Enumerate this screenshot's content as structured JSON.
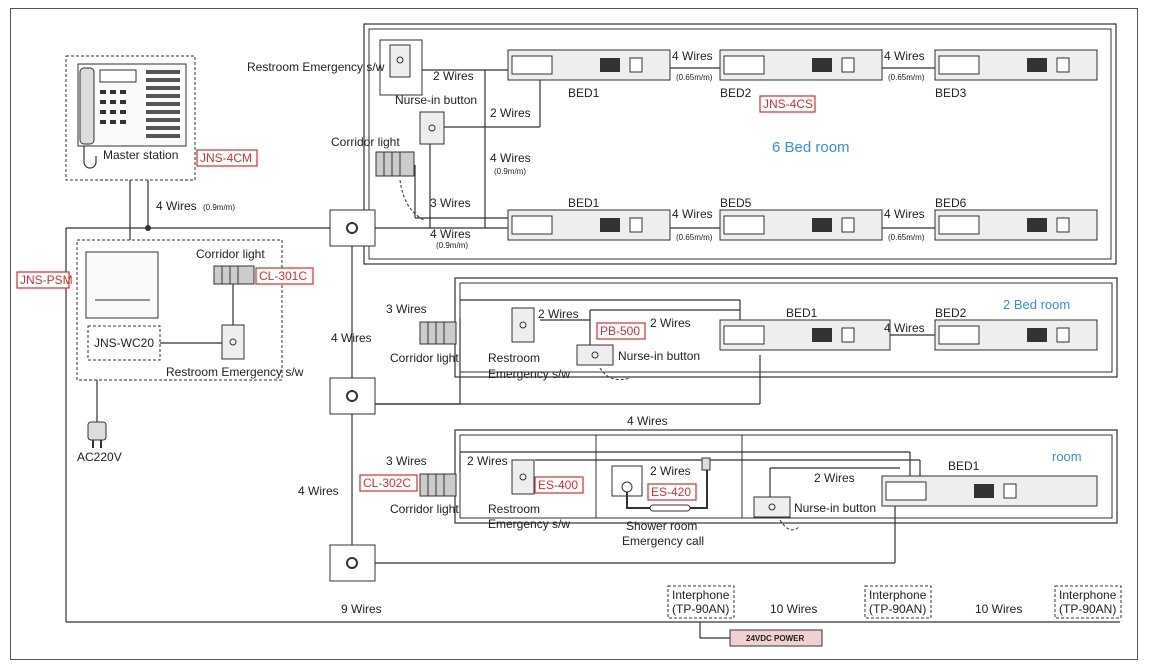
{
  "labels": {
    "restroom_emergency_sw_top": "Restroom Emergency s/w",
    "nurse_in_button_top": "Nurse-in button",
    "two_wires_a": "2 Wires",
    "two_wires_b": "2 Wires",
    "four_wires_mid": "4 Wires",
    "four_wires_mid_len": "(0.9m/m)",
    "corridor_light_top": "Corridor light",
    "three_wires_top": "3 Wires",
    "four_wires_lower": "4 Wires",
    "four_wires_lower_len": "(0.9m/m)",
    "master_station": "Master station",
    "master_wires": "4 Wires",
    "master_wires_len": "(0.9m/m)",
    "corridor_light_psm": "Corridor light",
    "jns_wc20": "JNS-WC20",
    "restroom_emergency_psm": "Restroom Emergency s/w",
    "ac220v": "AC220V",
    "vert_4wires_1": "4 Wires",
    "vert_4wires_2": "4 Wires",
    "horiz_4wires": "4 Wires",
    "nine_wires": "9 Wires",
    "ten_wires_1": "10 Wires",
    "ten_wires_2": "10 Wires",
    "power": "24VDC POWER"
  },
  "tags": {
    "jns_4cm": "JNS-4CM",
    "jns_psm": "JNS-PSM",
    "cl_301c": "CL-301C",
    "jns_4cs": "JNS-4CS",
    "pb_500": "PB-500",
    "cl_302c": "CL-302C",
    "es_400": "ES-400",
    "es_420": "ES-420"
  },
  "room6": {
    "title": "6 Bed room",
    "beds_top": [
      "BED1",
      "BED2",
      "BED3"
    ],
    "beds_bottom": [
      "BED1",
      "BED5",
      "BED6"
    ],
    "link_wires": "4 Wires",
    "link_len": "(0.65m/m)"
  },
  "room2": {
    "title": "2 Bed room",
    "three_wires": "3 Wires",
    "two_wires_a": "2 Wires",
    "two_wires_b": "2 Wires",
    "corridor_light": "Corridor light",
    "restroom": "Restroom",
    "restroom_sw": "Emergency s/w",
    "nurse_in_button": "Nurse-in button",
    "bed1": "BED1",
    "bed2": "BED2",
    "link_wires": "4 Wires"
  },
  "room1": {
    "title": "room",
    "three_wires": "3 Wires",
    "two_wires_a": "2 Wires",
    "two_wires_b": "2 Wires",
    "two_wires_c": "2 Wires",
    "corridor_light": "Corridor light",
    "restroom": "Restroom",
    "restroom_sw": "Emergency s/w",
    "shower_room": "Shower room",
    "shower_call": "Emergency call",
    "nurse_in_button": "Nurse-in button",
    "bed1": "BED1"
  },
  "interphones": [
    {
      "line1": "Interphone",
      "line2": "(TP-90AN)"
    },
    {
      "line1": "Interphone",
      "line2": "(TP-90AN)"
    },
    {
      "line1": "Interphone",
      "line2": "(TP-90AN)"
    }
  ]
}
